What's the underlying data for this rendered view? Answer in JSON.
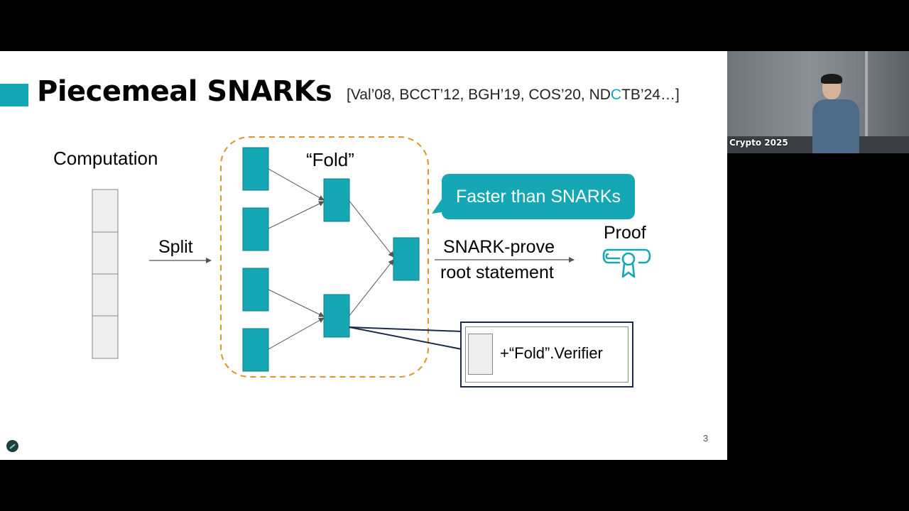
{
  "slide": {
    "title": "Piecemeal SNARKs",
    "references_pre": "[Val’08, BCCT’12, BGH’19, COS’20, ND",
    "references_highlight": "C",
    "references_post": "TB’24…]",
    "computation_label": "Computation",
    "split_label": "Split",
    "fold_label": "“Fold”",
    "bubble_text": "Faster than SNARKs",
    "prove_label_line1": "SNARK-prove",
    "prove_label_line2": "root statement",
    "proof_label": "Proof",
    "verifier_text": "+“Fold”.Verifier",
    "page_number": "3"
  },
  "icons": {
    "proof": "certificate-icon",
    "logo": "presentation-logo-icon"
  },
  "colors": {
    "accent": "#16a7b4",
    "dashed_border": "#d9962a",
    "node_fill": "#16a7b4",
    "computation_cell": "#eeeeee",
    "connector": "#1c2a4a"
  },
  "webcam": {
    "caption": "Crypto 2025"
  }
}
